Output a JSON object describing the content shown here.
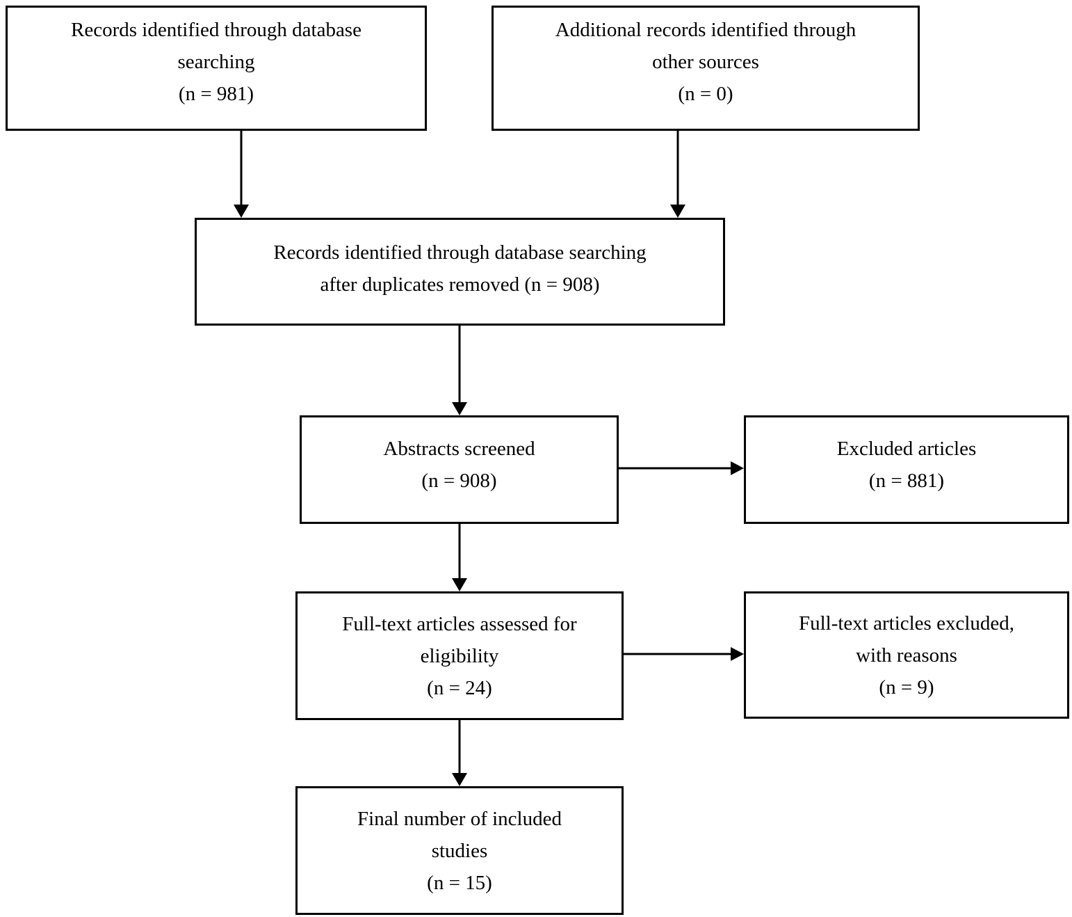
{
  "boxes": {
    "records_identified": {
      "lines": [
        "Records identified through database",
        "searching",
        "(n = 981)"
      ]
    },
    "additional_records": {
      "lines": [
        "Additional records identified through",
        "other sources",
        "(n = 0)"
      ]
    },
    "after_duplicates": {
      "lines": [
        "Records identified through database searching",
        "after duplicates removed (n = 908)"
      ]
    },
    "abstracts_screened": {
      "lines": [
        "Abstracts screened",
        "(n = 908)"
      ]
    },
    "excluded_articles": {
      "lines": [
        "Excluded articles",
        "(n = 881)"
      ]
    },
    "fulltext_assessed": {
      "lines": [
        "Full-text articles assessed for",
        "eligibility",
        "(n = 24)"
      ]
    },
    "fulltext_excluded": {
      "lines": [
        "Full-text articles excluded,",
        "with reasons",
        "(n = 9)"
      ]
    },
    "final_included": {
      "lines": [
        "Final number of included",
        "studies",
        "(n = 15)"
      ]
    }
  },
  "colors": {
    "border": "#000000",
    "text": "#000000",
    "background": "#ffffff"
  }
}
